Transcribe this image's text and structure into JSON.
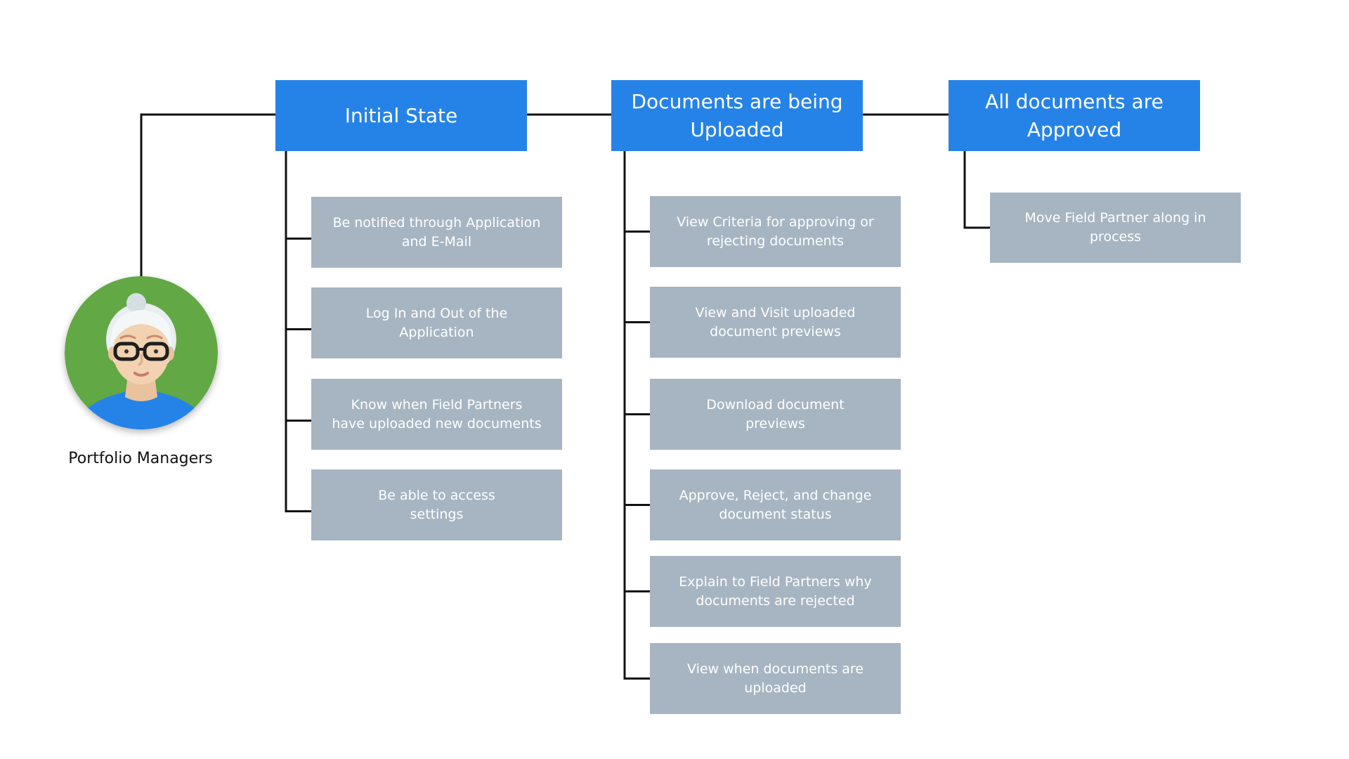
{
  "persona": {
    "name": "Portfolio Managers",
    "avatar_icon": "elderly-woman-avatar-icon"
  },
  "colors": {
    "stage_fill": "#2583E8",
    "task_fill": "#A7B5C2",
    "connector": "#111111",
    "avatar_background": "#62A844",
    "avatar_shirt": "#2583E8"
  },
  "stages": [
    {
      "title": "Initial State",
      "tasks": [
        "Be notified through Application\nand E-Mail",
        "Log In and Out of the\nApplication",
        "Know when Field Partners\nhave uploaded new documents",
        "Be able to access\nsettings"
      ]
    },
    {
      "title": "Documents are being Uploaded",
      "tasks": [
        "View Criteria for approving or\nrejecting documents",
        "View and Visit uploaded\ndocument previews",
        "Download document\npreviews",
        "Approve, Reject, and change\ndocument status",
        "Explain to Field Partners why\ndocuments are rejected",
        "View when documents are\nuploaded"
      ]
    },
    {
      "title": "All documents are Approved",
      "tasks": [
        "Move Field Partner along in\nprocess"
      ]
    }
  ]
}
